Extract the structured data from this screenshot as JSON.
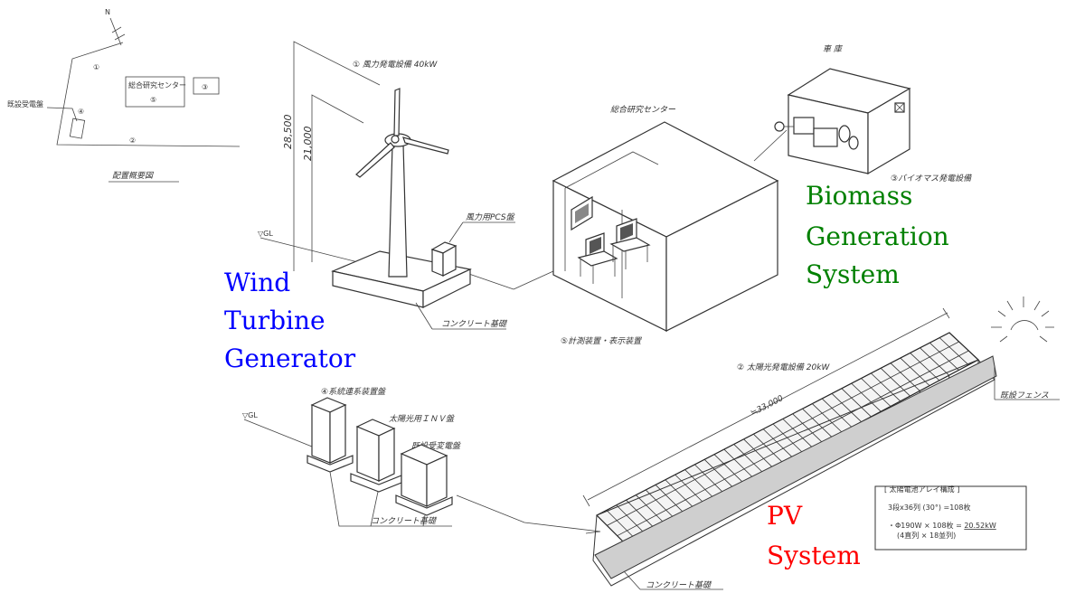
{
  "site_plan": {
    "north": "N",
    "marker_1": "①",
    "marker_2": "②",
    "marker_3": "③",
    "marker_4": "④",
    "marker_5": "⑤",
    "center_label": "総合研究センター",
    "existing_panel": "既設受電盤",
    "caption": "配置概要図"
  },
  "wind": {
    "title": "① 風力発電設備 40kW",
    "height_total": "28,500",
    "height_hub": "21,000",
    "pcs_label": "風力用PCS盤",
    "foundation_label": "コンクリート基礎",
    "ground": "▽GL",
    "overlay_label": [
      "Wind",
      "Turbine",
      "Generator"
    ],
    "overlay_color": "#0000ff"
  },
  "research_center": {
    "title": "総合研究センター",
    "measure_label": "⑤計測装置・表示装置"
  },
  "biomass": {
    "shed_label": "車 庫",
    "title": "③バイオマス発電設備",
    "overlay_label": [
      "Biomass",
      "Generation",
      "System"
    ],
    "overlay_color": "#008000"
  },
  "cabinets": {
    "title": "④系統連系装置盤",
    "inv_label": "太陽光用ＩＮＶ盤",
    "substation_label": "既設受変電盤",
    "foundation_label": "コンクリート基礎",
    "ground": "▽GL"
  },
  "pv": {
    "title": "② 太陽光発電設備 20kW",
    "length": "≒33,000",
    "fence_label": "既設フェンス",
    "foundation_label": "コンクリート基礎",
    "overlay_label": [
      "PV",
      "System"
    ],
    "overlay_color": "#ff0000",
    "array_box": {
      "title": "[ 太陽電池アレイ構成 ]",
      "line1": "3段x36列 (30°) =108枚",
      "line2_prefix": "・Φ190W × 108枚 = ",
      "line2_value": "20.52kW",
      "line3": "(4直列 × 18並列)"
    }
  }
}
